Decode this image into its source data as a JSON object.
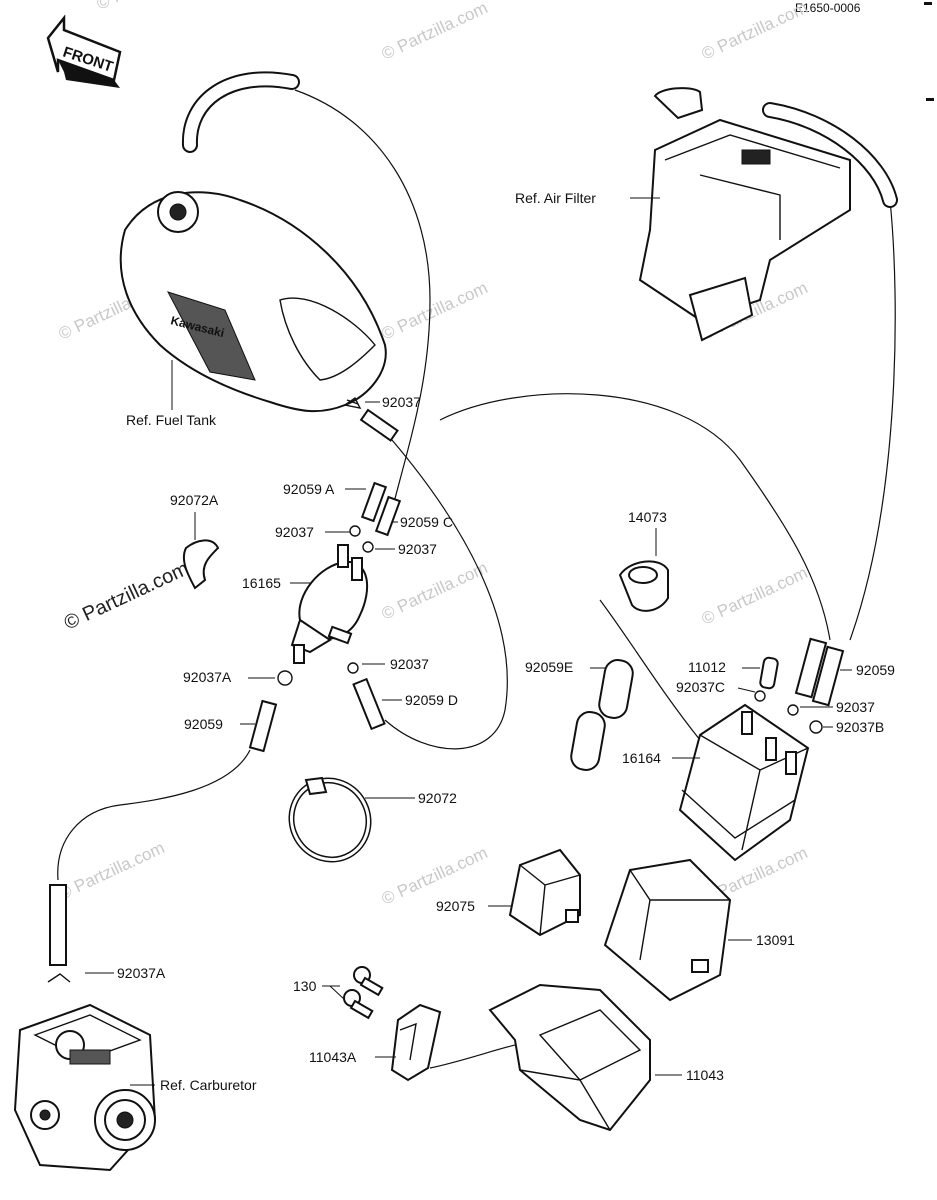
{
  "diagram_code": "E1650-0006",
  "front_label": "FRONT",
  "watermark": "© Partzilla.com",
  "watermark_main": "© Partzilla.com",
  "tank_decal_text": "Kawasaki",
  "references": {
    "fuel_tank": "Ref. Fuel Tank",
    "air_filter": "Ref. Air Filter",
    "carburetor": "Ref. Carburetor"
  },
  "part_labels": {
    "p92037_top": "92037",
    "p92059A": "92059 A",
    "p92059C": "92059 C",
    "p92037_left": "92037",
    "p92037_right": "92037",
    "p16165": "16165",
    "p92072A": "92072A",
    "p92037A_mid": "92037A",
    "p92037_lower": "92037",
    "p92059_left": "92059",
    "p92059D": "92059 D",
    "p92072": "92072",
    "p14073": "14073",
    "p11012": "11012",
    "p92037C": "92037C",
    "p92059_right": "92059",
    "p92037_r2": "92037",
    "p92037B": "92037B",
    "p92059E": "92059E",
    "p16164": "16164",
    "p92075": "92075",
    "p13091": "13091",
    "p92037A_bot": "92037A",
    "p130": "130",
    "p11043A": "11043A",
    "p11043": "11043"
  }
}
